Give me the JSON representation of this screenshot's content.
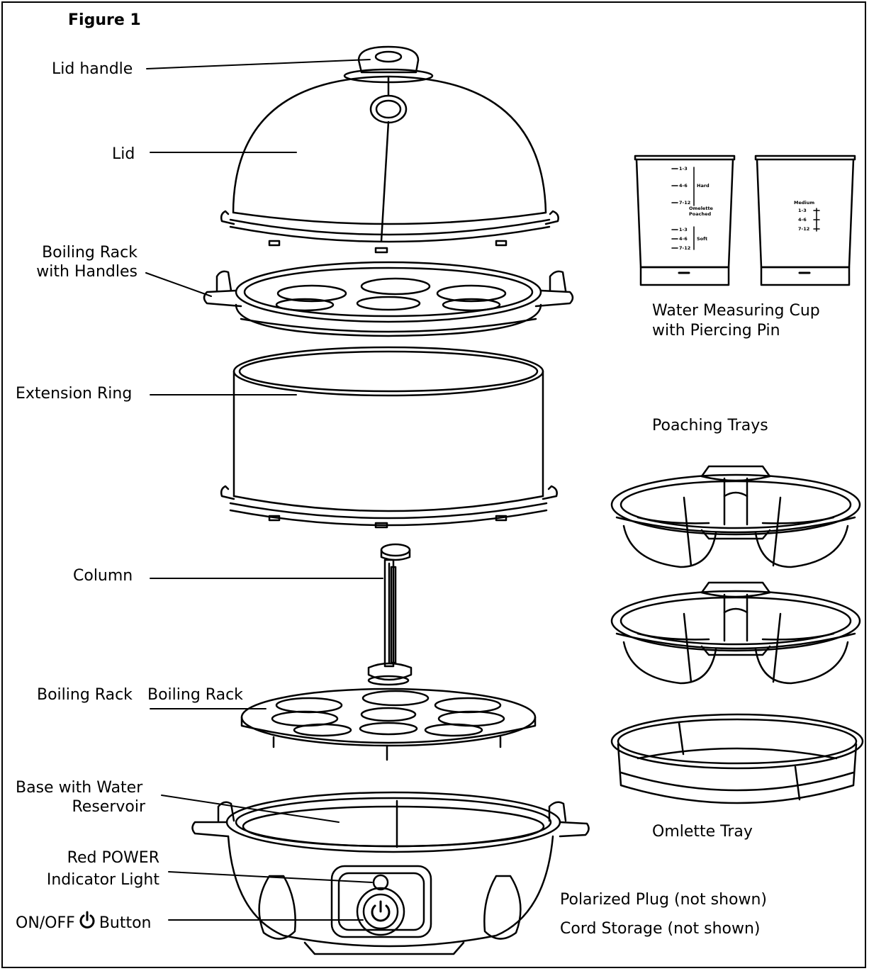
{
  "figure_title": "Figure 1",
  "labels": {
    "lid_handle": "Lid handle",
    "lid": "Lid",
    "boiling_rack_handles_l1": "Boiling Rack",
    "boiling_rack_handles_l2": "with Handles",
    "extension_ring": "Extension Ring",
    "column": "Column",
    "boiling_rack_a": "Boiling Rack",
    "boiling_rack_b": "Boiling Rack",
    "base_l1": "Base with Water",
    "base_l2": "Reservoir",
    "power_light_l1": "Red POWER",
    "power_light_l2": "Indicator Light",
    "onoff_prefix": "ON/OFF",
    "onoff_suffix": "Button",
    "cup_l1": "Water Measuring Cup",
    "cup_l2": "with Piercing Pin",
    "poaching_trays": "Poaching Trays",
    "omelette_tray": "Omlette Tray",
    "plug_note": "Polarized Plug (not shown)",
    "cord_note": "Cord Storage (not shown)"
  },
  "cup_markings": {
    "left": [
      "1-3",
      "4-6",
      "Hard",
      "7-12",
      "Omelette",
      "Poached",
      "1-3",
      "4-6",
      "7-12",
      "Soft"
    ],
    "right": [
      "Medium",
      "1-3",
      "4-6",
      "7-12"
    ]
  }
}
